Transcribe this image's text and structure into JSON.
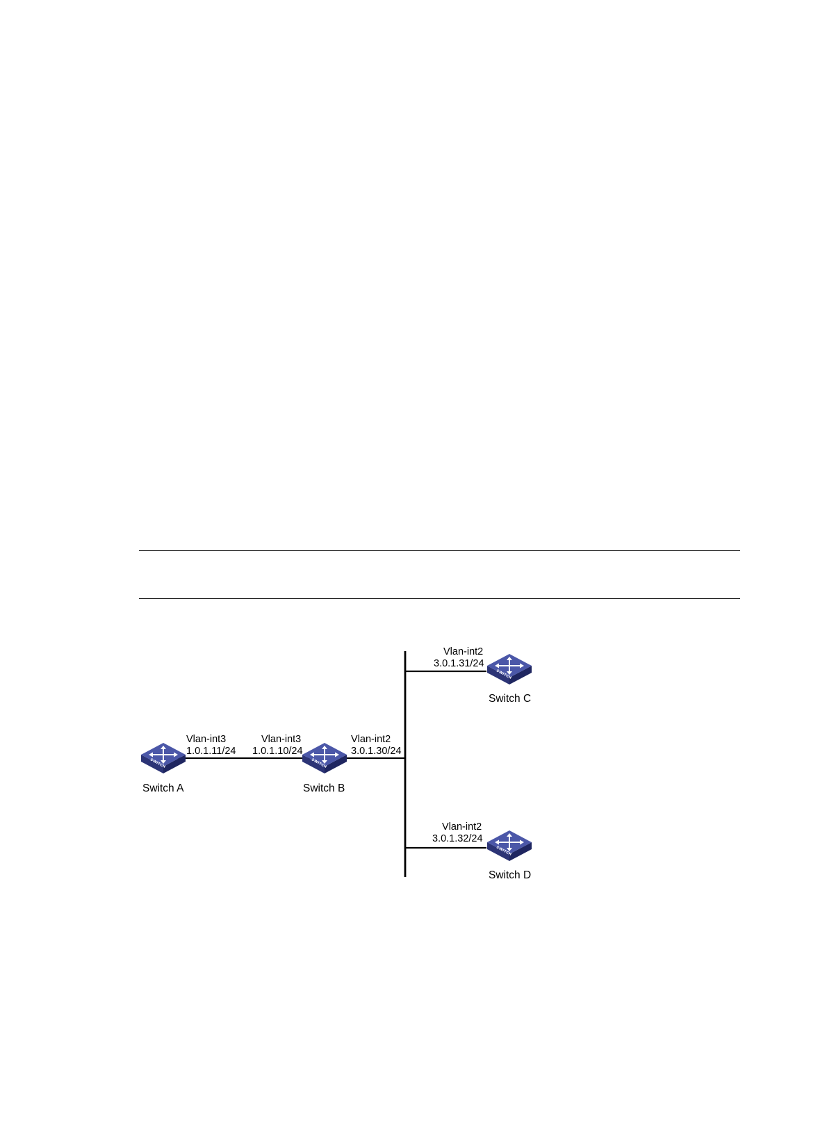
{
  "diagram": {
    "colors": {
      "line": "#000000",
      "switch_top": "#4b57a8",
      "switch_side_left": "#2c3476",
      "switch_side_right": "#1f2660",
      "arrow": "#ffffff"
    },
    "icon_text": "SWITCH",
    "nodes": [
      {
        "id": "switch-a",
        "label": "Switch A",
        "icon": "switch-icon"
      },
      {
        "id": "switch-b",
        "label": "Switch B",
        "icon": "switch-icon"
      },
      {
        "id": "switch-c",
        "label": "Switch C",
        "icon": "switch-icon"
      },
      {
        "id": "switch-d",
        "label": "Switch D",
        "icon": "switch-icon"
      }
    ],
    "interfaces": [
      {
        "owner": "switch-a",
        "name": "Vlan-int3",
        "ip": "1.0.1.11/24"
      },
      {
        "owner": "switch-b",
        "name": "Vlan-int3",
        "ip": "1.0.1.10/24"
      },
      {
        "owner": "switch-b",
        "name": "Vlan-int2",
        "ip": "3.0.1.30/24"
      },
      {
        "owner": "switch-c",
        "name": "Vlan-int2",
        "ip": "3.0.1.31/24"
      },
      {
        "owner": "switch-d",
        "name": "Vlan-int2",
        "ip": "3.0.1.32/24"
      }
    ],
    "links": [
      {
        "from": "switch-a",
        "to": "switch-b"
      },
      {
        "from": "switch-b",
        "to": "lan-segment"
      },
      {
        "from": "lan-segment",
        "to": "switch-c"
      },
      {
        "from": "lan-segment",
        "to": "switch-d"
      }
    ]
  }
}
